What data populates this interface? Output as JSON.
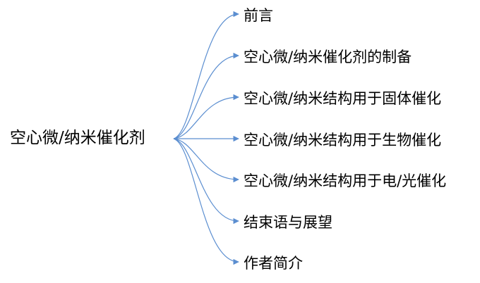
{
  "diagram": {
    "root": "空心微/纳米催化剂",
    "branches": [
      "前言",
      "空心微/纳米催化剂的制备",
      "空心微/纳米结构用于固体催化",
      "空心微/纳米结构用于生物催化",
      "空心微/纳米结构用于电/光催化",
      "结束语与展望",
      "作者简介"
    ],
    "edge_color": "#5b8ed0"
  }
}
